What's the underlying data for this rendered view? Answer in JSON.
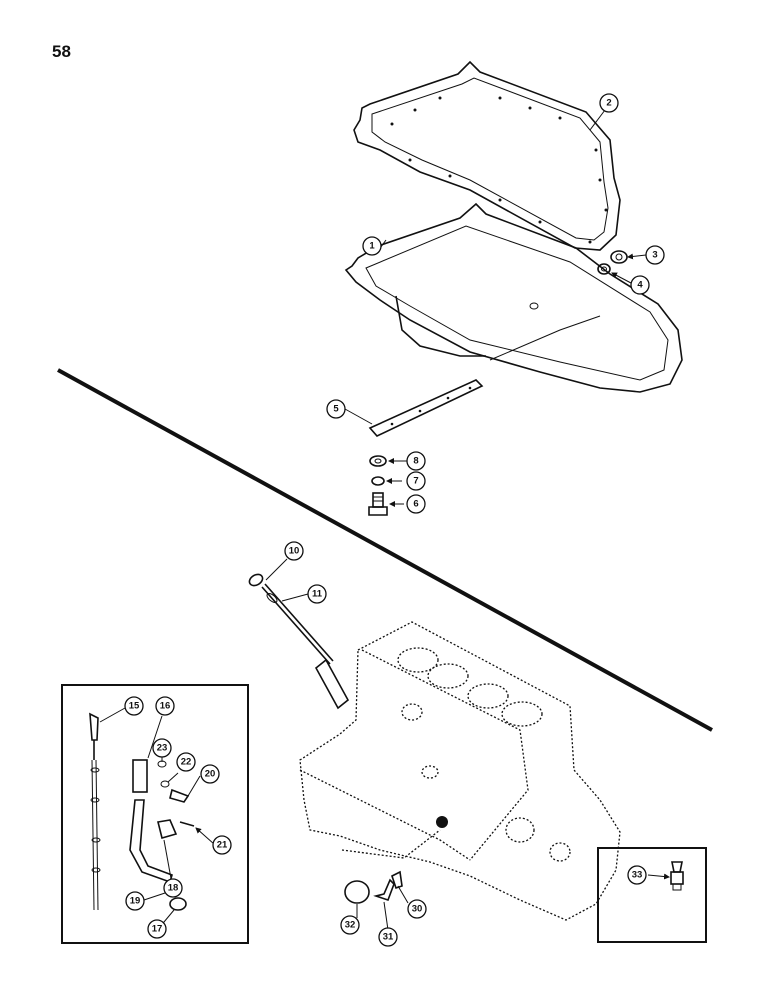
{
  "page": {
    "number": "58"
  },
  "callouts": [
    "1",
    "2",
    "3",
    "4",
    "5",
    "6",
    "7",
    "8",
    "10",
    "11",
    "15",
    "16",
    "17",
    "18",
    "19",
    "20",
    "21",
    "22",
    "23",
    "30",
    "31",
    "32",
    "33"
  ],
  "colors": {
    "ink": "#111111",
    "paper": "#ffffff"
  }
}
